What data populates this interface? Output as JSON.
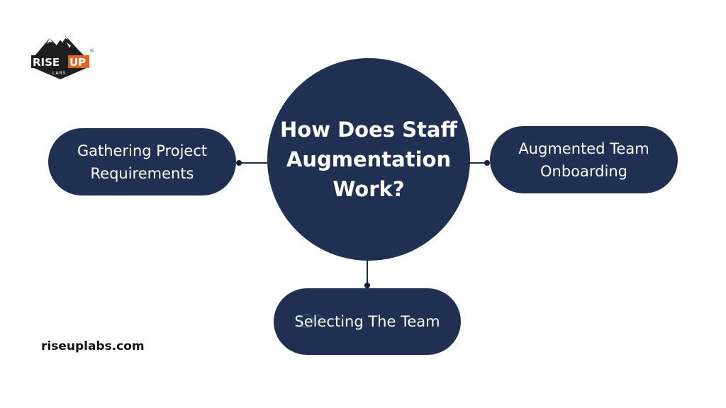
{
  "brand": {
    "logo_text_left": "RISE",
    "logo_text_right": "UP",
    "logo_subtext": "LABS",
    "registered_mark": "®",
    "website": "riseuplabs.com"
  },
  "diagram": {
    "center": {
      "title": "How Does Staff\nAugmentation\nWork?"
    },
    "nodes": [
      {
        "id": "left",
        "label": "Gathering Project\nRequirements"
      },
      {
        "id": "right",
        "label": "Augmented Team\nOnboarding"
      },
      {
        "id": "bottom",
        "label": "Selecting The Team"
      }
    ]
  },
  "colors": {
    "navy": "#203052",
    "logo_orange": "#e0651f",
    "logo_dark": "#1e1e1e",
    "background": "#ffffff"
  }
}
